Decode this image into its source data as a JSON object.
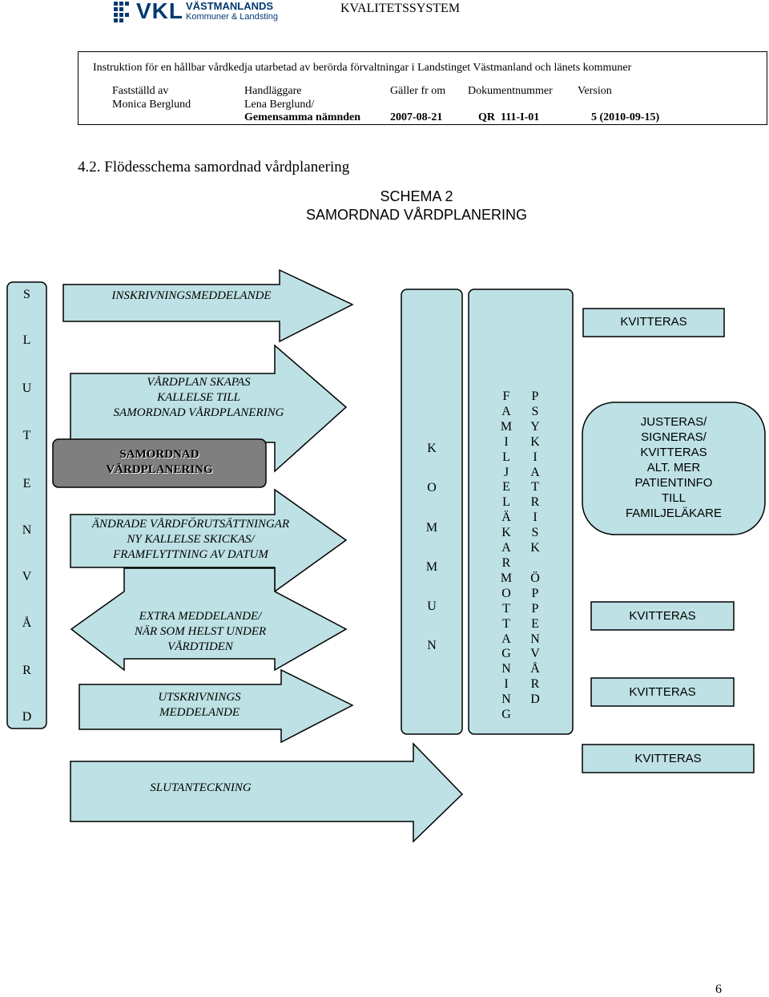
{
  "header": {
    "logo_main": "VKL",
    "logo_region": "VÄSTMANLANDS",
    "logo_sub": "Kommuner & Landsting",
    "system_title": "KVALITETSSYSTEM",
    "instruction": "Instruktion för en hållbar vårdkedja utarbetad av berörda förvaltningar i Landstinget Västmanland och länets kommuner",
    "fields": {
      "fastst_label": "Fastställd av",
      "fastst_value": "Monica Berglund",
      "handl_label": "Handläggare",
      "handl_value1": "Lena Berglund/",
      "handl_value2": "Gemensamma nämnden",
      "galler_label": "Gäller fr om",
      "galler_value": "2007-08-21",
      "doknr_label": "Dokumentnummer",
      "doknr_value": "QR  111-I-01",
      "version_label": "Version",
      "version_value": "5 (2010-09-15)"
    }
  },
  "section_title": "4.2. Flödesschema samordnad vårdplanering",
  "schema": {
    "line1": "SCHEMA 2",
    "line2": "SAMORDNAD VÅRDPLANERING"
  },
  "left_column_letters": [
    "S",
    "L",
    "U",
    "T",
    "E",
    "N",
    "V",
    "Å",
    "R",
    "D"
  ],
  "arrows": {
    "inskrivning": "INSKRIVNINGSMEDDELANDE",
    "vardplan": [
      "VÅRDPLAN SKAPAS",
      "KALLELSE TILL",
      "SAMORDNAD VÅRDPLANERING"
    ],
    "samordnad_box": [
      "SAMORDNAD",
      "VÅRDPLANERING"
    ],
    "andrade": [
      "ÄNDRADE VÅRDFÖRUTSÄTTNINGAR",
      "NY KALLELSE SKICKAS/",
      "FRAMFLYTTNING AV DATUM"
    ],
    "extra": [
      "EXTRA MEDDELANDE/",
      "NÄR SOM HELST UNDER",
      "VÅRDTIDEN"
    ],
    "utskrivning": [
      "UTSKRIVNINGS",
      "MEDDELANDE"
    ],
    "slutanteckning": "SLUTANTECKNING"
  },
  "kommun_letters": [
    "K",
    "O",
    "M",
    "M",
    "U",
    "N"
  ],
  "familjelakare_letters": [
    "F",
    "A",
    "M",
    "I",
    "L",
    "J",
    "E",
    "L",
    "Ä",
    "K",
    "A",
    "R",
    "M",
    "O",
    "T",
    "T",
    "A",
    "G",
    "N",
    "I",
    "N",
    "G"
  ],
  "psyk_letters": [
    "P",
    "S",
    "Y",
    "K",
    "I",
    "A",
    "T",
    "R",
    "I",
    "S",
    "K",
    "",
    "Ö",
    "P",
    "P",
    "E",
    "N",
    "V",
    "Å",
    "R",
    "D"
  ],
  "right_boxes": {
    "kvitteras_top": "KVITTERAS",
    "justeras": [
      "JUSTERAS/",
      "SIGNERAS/",
      "KVITTERAS",
      "ALT. MER",
      "PATIENTINFO",
      "TILL",
      "FAMILJELÄKARE"
    ],
    "kvitteras_2": "KVITTERAS",
    "kvitteras_3": "KVITTERAS",
    "kvitteras_4": "KVITTERAS"
  },
  "page_number": "6"
}
